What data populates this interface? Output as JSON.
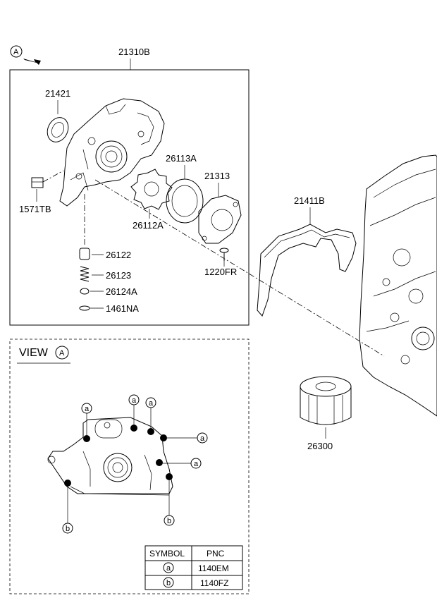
{
  "view_marker": "A",
  "parts": {
    "p21310B": "21310B",
    "p21421": "21421",
    "p1571TB": "1571TB",
    "p26113A": "26113A",
    "p21313": "21313",
    "p26112A": "26112A",
    "p26122": "26122",
    "p26123": "26123",
    "p26124A": "26124A",
    "p1461NA": "1461NA",
    "p1220FR": "1220FR",
    "p21411B": "21411B",
    "p26300": "26300"
  },
  "view_title": "VIEW",
  "symbols": {
    "a": "a",
    "b": "b"
  },
  "table": {
    "header": [
      "SYMBOL",
      "PNC"
    ],
    "rows": [
      {
        "symbol": "a",
        "pnc": "1140EM"
      },
      {
        "symbol": "b",
        "pnc": "1140FZ"
      }
    ]
  }
}
